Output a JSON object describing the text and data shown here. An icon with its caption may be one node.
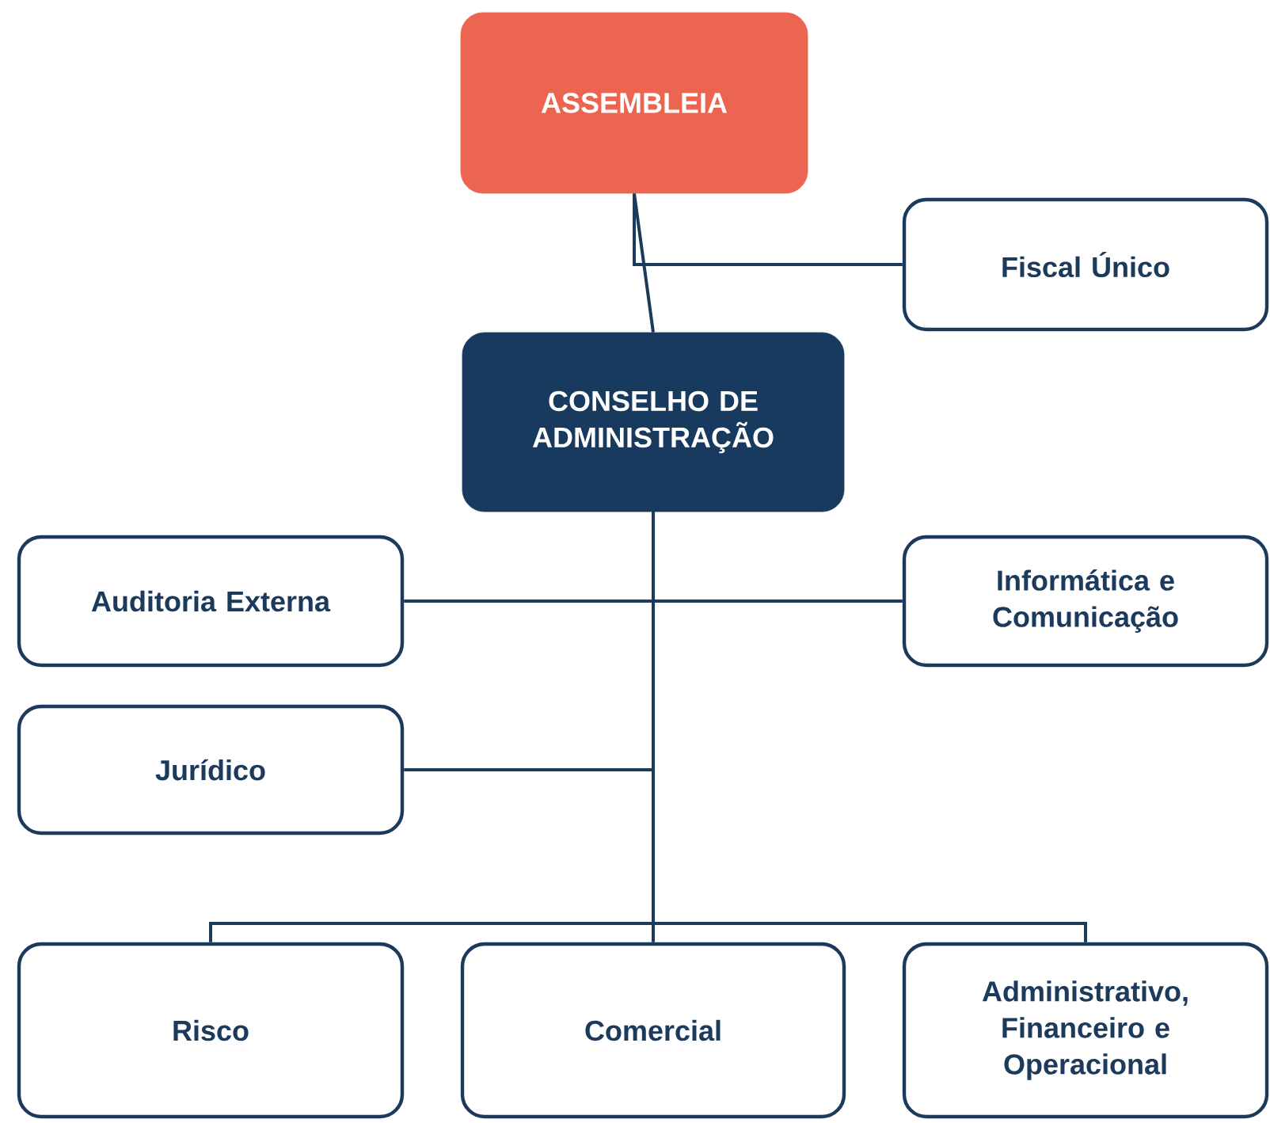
{
  "diagram": {
    "nodes": [
      {
        "text": [
          "ASSEMBLEIA"
        ]
      },
      {
        "text": [
          "Fiscal Único"
        ]
      },
      {
        "text": [
          "CONSELHO DE ADMINISTRAÇÃO"
        ]
      },
      {
        "text": [
          "Auditoria Externa"
        ]
      },
      {
        "text": [
          "Informática e Comunicação"
        ]
      },
      {
        "text": [
          "Jurídico"
        ]
      },
      {
        "text": [
          "Risco"
        ]
      },
      {
        "text": [
          "Comercial"
        ]
      },
      {
        "text": [
          "Administrativo, Financeiro e Operacional"
        ]
      }
    ],
    "edges": [
      {
        "from": 0,
        "to": 2,
        "arrow": "none"
      },
      {
        "from": 0,
        "to": 1,
        "arrow": "none"
      },
      {
        "from": 2,
        "to": 3,
        "arrow": "none"
      },
      {
        "from": 2,
        "to": 4,
        "arrow": "none"
      },
      {
        "from": 2,
        "to": 5,
        "arrow": "none"
      },
      {
        "from": 2,
        "to": 6,
        "arrow": "none"
      },
      {
        "from": 2,
        "to": 7,
        "arrow": "none"
      },
      {
        "from": 2,
        "to": 8,
        "arrow": "none"
      }
    ]
  }
}
